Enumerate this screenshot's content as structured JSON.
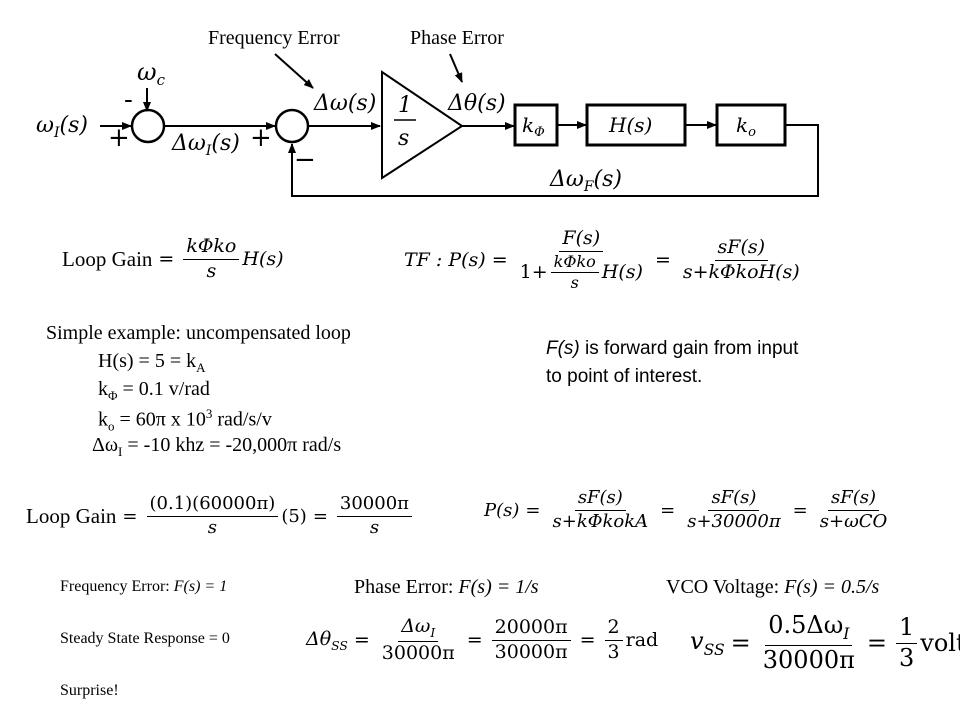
{
  "diagram": {
    "label_freq_error": "Frequency Error",
    "label_phase_error": "Phase Error",
    "omega_c": "ω",
    "omega_c_sub": "c",
    "minus_sign": "-",
    "plus_sign": "+",
    "omega_i_input": "ω",
    "omega_i_input_sub": "I",
    "omega_i_input_arg": "(s)",
    "delta_omega_i": "Δω",
    "delta_omega_i_sub": "I",
    "delta_omega_i_arg": "(s)",
    "delta_omega": "Δω(s)",
    "delta_theta": "Δθ(s)",
    "integrator_num": "1",
    "integrator_den": "s",
    "block_kphi": "k",
    "block_kphi_sub": "Φ",
    "block_h": "H(s)",
    "block_ko": "k",
    "block_ko_sub": "o",
    "delta_omega_f": "Δω",
    "delta_omega_f_sub": "F",
    "delta_omega_f_arg": "(s)",
    "feedback_minus": "−"
  },
  "eq1": {
    "lhs": "Loop Gain",
    "num": "kΦko",
    "den": "s",
    "tail": "H(s)"
  },
  "eq2": {
    "tf_label": "TF : P(s)",
    "num1": "F(s)",
    "den1_prefix": "1+",
    "den1_num": "kΦko",
    "den1_den": "s",
    "den1_tail": "H(s)",
    "num2": "sF(s)",
    "den2": "s+kΦkoH(s)"
  },
  "example": {
    "title": "Simple example: uncompensated loop",
    "line1": "H(s) = 5 = k",
    "line1_sub": "A",
    "line2_pre": "k",
    "line2_sub": "Φ",
    "line2_post": " = 0.1 v/rad",
    "line3_pre": "k",
    "line3_sub": "o",
    "line3_mid": " = 60π x 10",
    "line3_sup": "3",
    "line3_post": " rad/s/v",
    "line4_pre": "Δω",
    "line4_sub": "I",
    "line4_post": " = -10 khz = -20,000π rad/s"
  },
  "note": {
    "line1_italic": "F(s)",
    "line1_rest": " is forward gain from input",
    "line2": "to point of interest."
  },
  "eq3": {
    "lhs": "Loop Gain",
    "num1": "(0.1)(60000π)",
    "den1": "s",
    "mid": "(5)",
    "num2": "30000π",
    "den2": "s"
  },
  "eq4": {
    "lhs": "P(s)",
    "num1": "sF(s)",
    "den1": "s+kΦkokA",
    "num2": "sF(s)",
    "den2": "s+30000π",
    "num3": "sF(s)",
    "den3": "s+ωCO"
  },
  "bottom": {
    "freq_error_label": "Frequency Error: ",
    "freq_error_eq": "F(s) = 1",
    "steady_state": "Steady State Response = 0",
    "surprise": "Surprise!",
    "phase_error_label": "Phase Error:  ",
    "phase_error_eq": "F(s) = 1/s",
    "vco_label": "VCO Voltage: ",
    "vco_eq": "F(s) = 0.5/s"
  },
  "eq5": {
    "lhs": "Δθ",
    "lhs_sub": "SS",
    "num1": "Δω",
    "num1_sub": "I",
    "den1": "30000π",
    "num2": "20000π",
    "den2": "30000π",
    "num3": "2",
    "den3": "3",
    "unit": "rad"
  },
  "eq6": {
    "lhs": "v",
    "lhs_sub": "SS",
    "num1": "0.5Δω",
    "num1_sub": "I",
    "den1": "30000π",
    "num2": "1",
    "den2": "3",
    "unit": "volt"
  }
}
